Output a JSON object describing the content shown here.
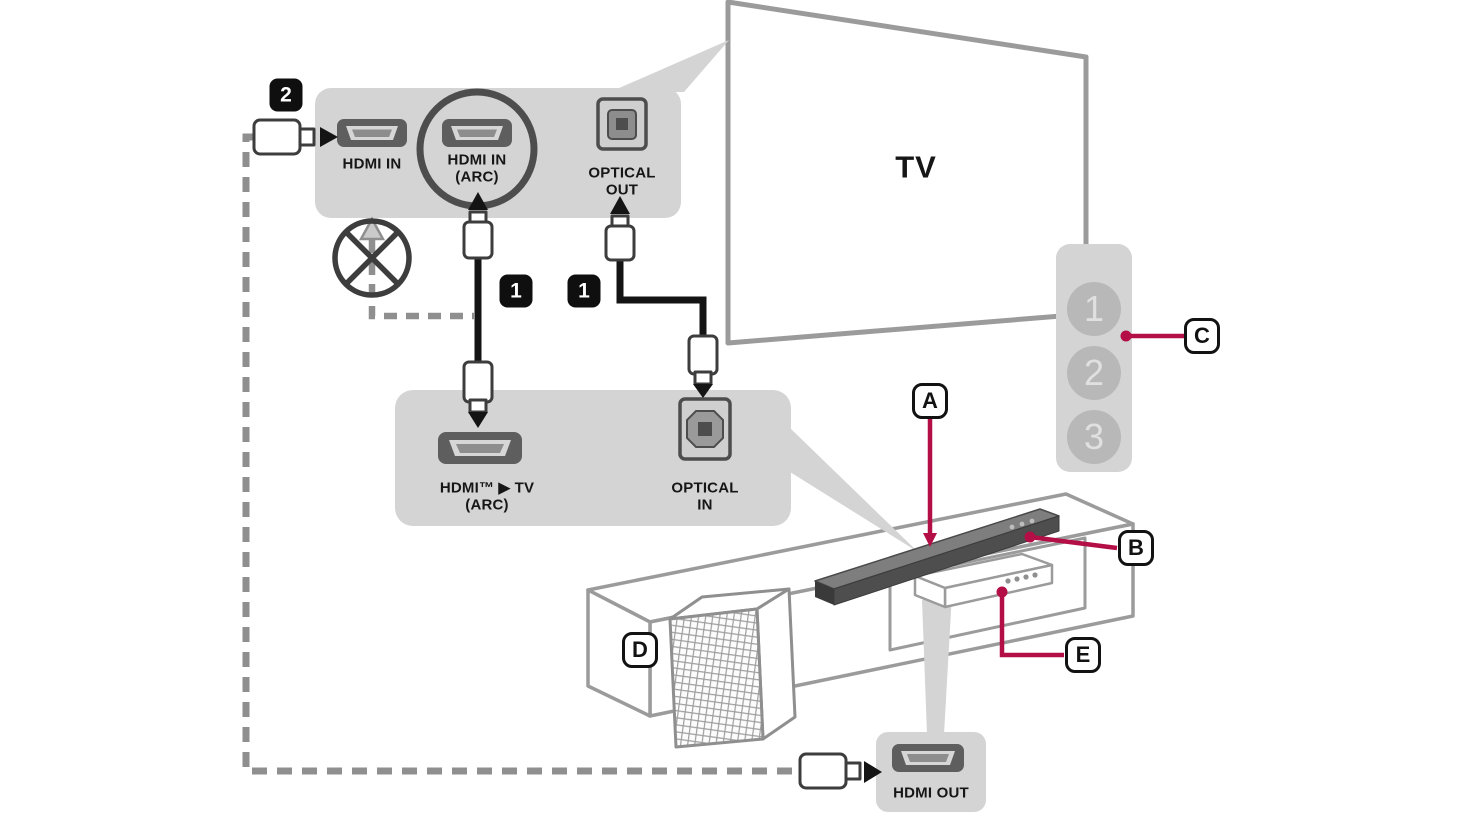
{
  "colors": {
    "accent": "#b30e45",
    "panel": "#d4d4d4",
    "cable_gray": "#8f8f8f"
  },
  "tv": {
    "label": "TV"
  },
  "tv_ports_panel": {
    "hdmi_in": "HDMI IN",
    "hdmi_in_arc_line1": "HDMI IN",
    "hdmi_in_arc_line2": "(ARC)",
    "optical_out_line1": "OPTICAL",
    "optical_out_line2": "OUT"
  },
  "soundbar_ports_panel": {
    "hdmi_arc_line1": "HDMI™ ▶ TV",
    "hdmi_arc_line2": "(ARC)",
    "optical_in_line1": "OPTICAL",
    "optical_in_line2": "IN"
  },
  "hdmi_out_panel": {
    "label": "HDMI OUT"
  },
  "step_badges": {
    "step1": "1",
    "step2": "2"
  },
  "callout_badges": {
    "a": "A",
    "b": "B",
    "c": "C",
    "d": "D",
    "e": "E"
  },
  "tv_inputs_panel": {
    "input1": "1",
    "input2": "2",
    "input3": "3"
  }
}
